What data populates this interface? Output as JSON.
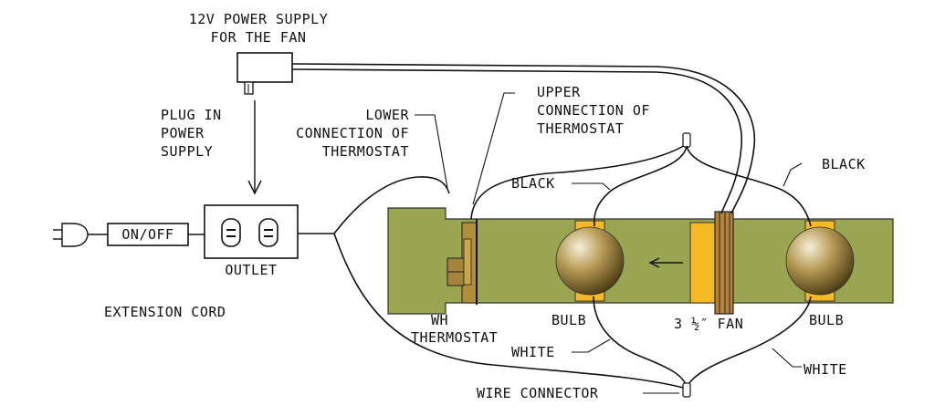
{
  "labels": {
    "power_supply": [
      "12V POWER SUPPLY",
      "FOR THE FAN"
    ],
    "plug_in": [
      "PLUG IN",
      "POWER",
      "SUPPLY"
    ],
    "lower_connection": [
      "LOWER",
      "CONNECTION OF",
      "THERMOSTAT"
    ],
    "upper_connection": [
      "UPPER",
      "CONNECTION OF",
      "THERMOSTAT"
    ],
    "black_left": "BLACK",
    "black_right": "BLACK",
    "on_off": "ON/OFF",
    "outlet": "OUTLET",
    "extension_cord": "EXTENSION CORD",
    "thermostat": [
      "WH",
      "THERMOSTAT"
    ],
    "bulb_left": "BULB",
    "bulb_right": "BULB",
    "fan": "3 ½″ FAN",
    "white_left": "WHITE",
    "white_right": "WHITE",
    "wire_connector": "WIRE CONNECTOR"
  },
  "colors": {
    "board": "#9aa552",
    "mount": "#f4b924",
    "bulb_light": "#f5f0d8",
    "bulb_dark": "#4a3a12",
    "fan_frame": "#c08a3a",
    "line": "#111111"
  }
}
